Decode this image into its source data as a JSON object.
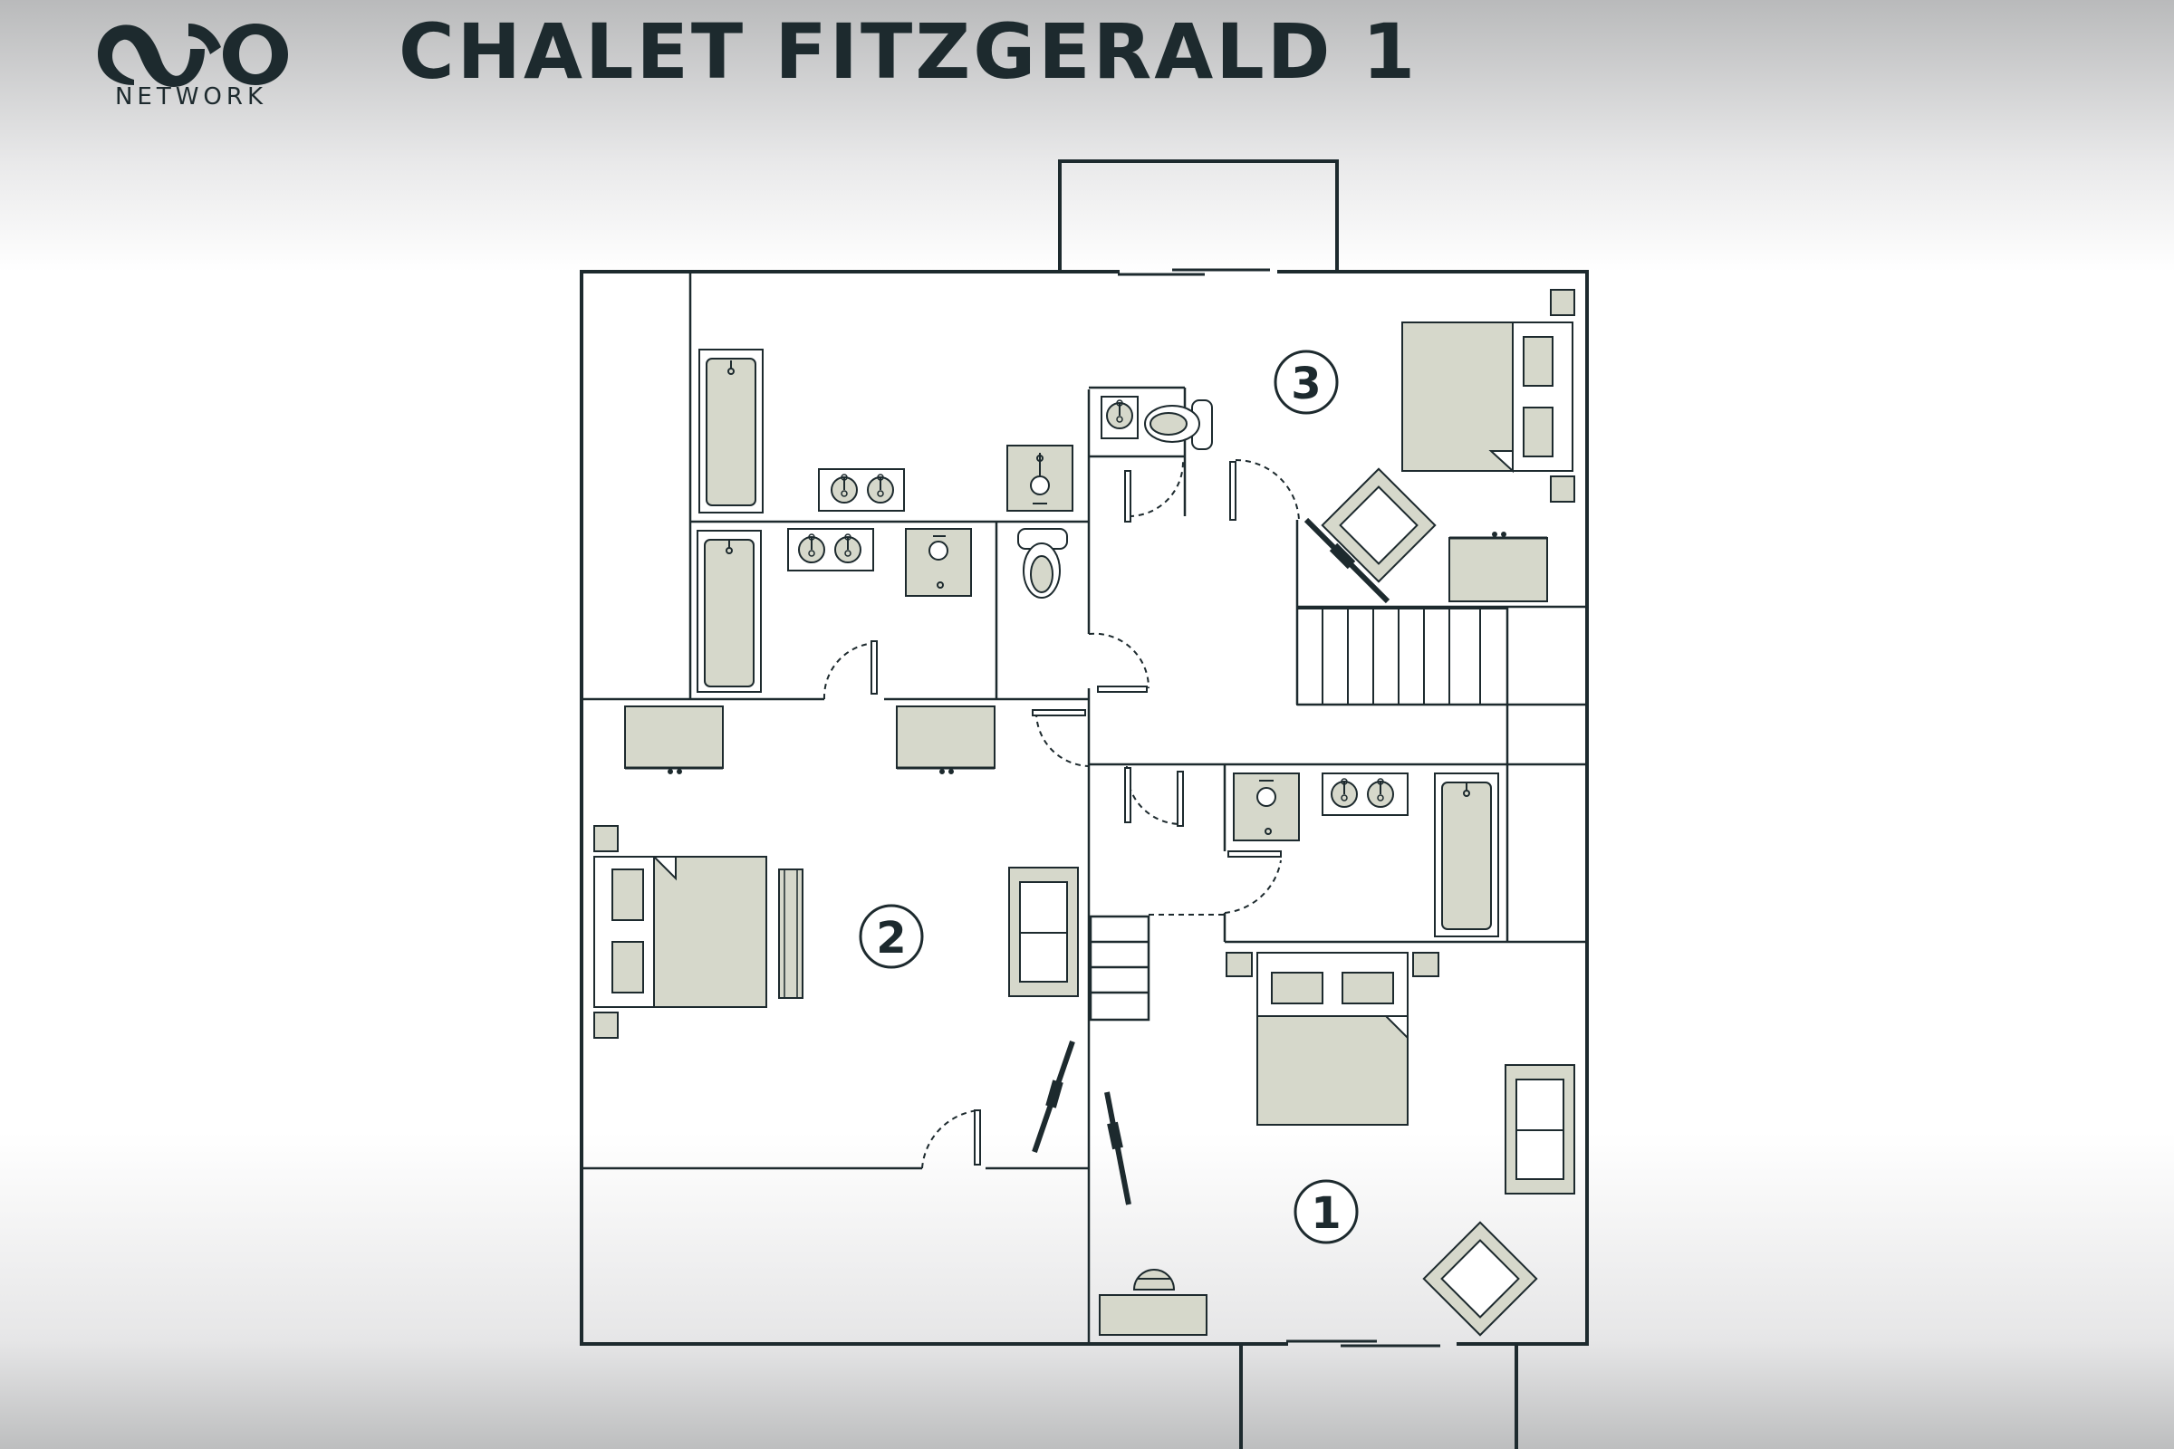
{
  "header": {
    "logo_text": "NETWORK",
    "title": "CHALET FITZGERALD 1"
  },
  "rooms": [
    {
      "number": "1"
    },
    {
      "number": "2"
    },
    {
      "number": "3"
    }
  ],
  "colors": {
    "wall": "#1d2a2e",
    "furniture_fill": "#d6d8cb",
    "fixture_fill": "#ffffff"
  },
  "icons": {
    "logo": "ono-network-logo",
    "bed": "double-bed-icon",
    "bathtub": "bathtub-icon",
    "toilet": "toilet-icon",
    "sink": "sink-icon",
    "sofa": "sofa-icon",
    "armchair": "armchair-icon",
    "stairs": "stairs-icon",
    "tv": "tv-icon",
    "desk": "desk-icon"
  }
}
